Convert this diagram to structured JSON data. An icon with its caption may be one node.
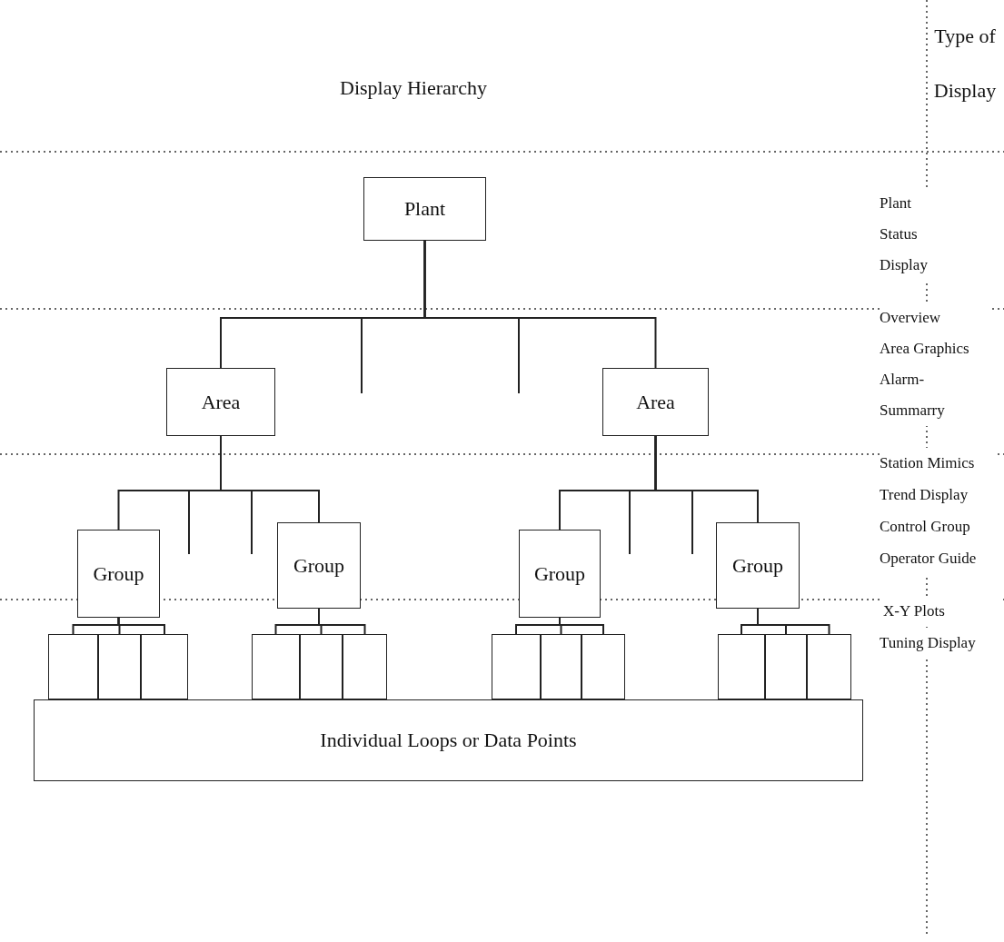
{
  "diagram": {
    "title": "Display Hierarchy",
    "nodes": [
      {
        "text": [
          "Plant"
        ]
      },
      {
        "text": [
          "Area"
        ]
      },
      {
        "text": [
          "Area"
        ]
      },
      {
        "text": [
          "Group"
        ]
      },
      {
        "text": [
          "Group"
        ]
      },
      {
        "text": [
          "Group"
        ]
      },
      {
        "text": [
          "Group"
        ]
      },
      {
        "text": [],
        "shape": "box"
      },
      {
        "text": [],
        "shape": "box"
      },
      {
        "text": [],
        "shape": "box"
      },
      {
        "text": [],
        "shape": "box"
      },
      {
        "text": [],
        "shape": "box"
      },
      {
        "text": [],
        "shape": "box"
      },
      {
        "text": [],
        "shape": "box"
      },
      {
        "text": [],
        "shape": "box"
      },
      {
        "text": [],
        "shape": "box"
      },
      {
        "text": [],
        "shape": "box"
      },
      {
        "text": [],
        "shape": "box"
      },
      {
        "text": [],
        "shape": "box"
      },
      {
        "text": [
          "Individual Loops or Data Points"
        ]
      }
    ],
    "edges": [
      {
        "from": 0,
        "to": 1,
        "arrow": "none"
      },
      {
        "from": 0,
        "to": null,
        "arrow": "none"
      },
      {
        "from": 0,
        "to": null,
        "arrow": "none"
      },
      {
        "from": 0,
        "to": 2,
        "arrow": "none"
      },
      {
        "from": 1,
        "to": 3,
        "arrow": "none"
      },
      {
        "from": 1,
        "to": null,
        "arrow": "none"
      },
      {
        "from": 1,
        "to": null,
        "arrow": "none"
      },
      {
        "from": 1,
        "to": 4,
        "arrow": "none"
      },
      {
        "from": 2,
        "to": 5,
        "arrow": "none"
      },
      {
        "from": 2,
        "to": null,
        "arrow": "none"
      },
      {
        "from": 2,
        "to": null,
        "arrow": "none"
      },
      {
        "from": 2,
        "to": 6,
        "arrow": "none"
      },
      {
        "from": 3,
        "to": 7,
        "arrow": "none"
      },
      {
        "from": 3,
        "to": 8,
        "arrow": "none"
      },
      {
        "from": 3,
        "to": 9,
        "arrow": "none"
      },
      {
        "from": 4,
        "to": 10,
        "arrow": "none"
      },
      {
        "from": 4,
        "to": 11,
        "arrow": "none"
      },
      {
        "from": 4,
        "to": 12,
        "arrow": "none"
      },
      {
        "from": 5,
        "to": 13,
        "arrow": "none"
      },
      {
        "from": 5,
        "to": 14,
        "arrow": "none"
      },
      {
        "from": 5,
        "to": 15,
        "arrow": "none"
      },
      {
        "from": 6,
        "to": 16,
        "arrow": "none"
      },
      {
        "from": 6,
        "to": 17,
        "arrow": "none"
      },
      {
        "from": 6,
        "to": 18,
        "arrow": "none"
      }
    ],
    "labels": [
      "Type of Display",
      "Plant Status Display",
      "Overview",
      "Area Graphics",
      "Alarm- Summarry",
      "Station Mimics",
      "Trend Display",
      "Control Group",
      "Operator Guide",
      "X-Y Plots",
      "Tuning Display"
    ]
  }
}
